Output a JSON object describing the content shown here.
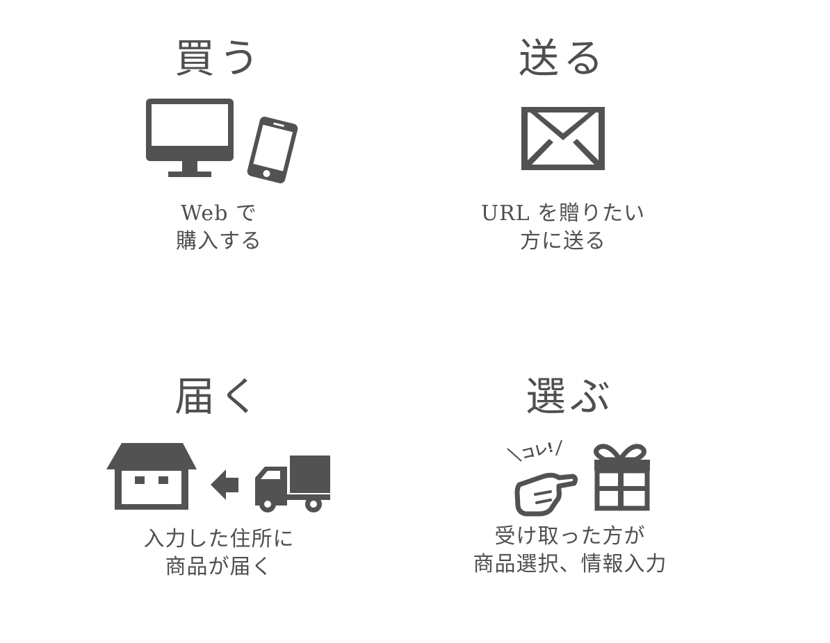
{
  "accent_color": "#4f4f4f",
  "steps": [
    {
      "title": "買う",
      "desc_lines": [
        "Web で",
        "購入する"
      ],
      "icons": [
        "desktop-monitor-icon",
        "smartphone-icon"
      ]
    },
    {
      "title": "送る",
      "desc_lines": [
        "URL を贈りたい",
        "方に送る"
      ],
      "icons": [
        "envelope-icon"
      ]
    },
    {
      "title": "届く",
      "desc_lines": [
        "入力した住所に",
        "商品が届く"
      ],
      "icons": [
        "house-icon",
        "arrow-left-icon",
        "delivery-truck-icon"
      ]
    },
    {
      "title": "選ぶ",
      "desc_lines": [
        "受け取った方が",
        "商品選択、情報入力"
      ],
      "callout": "コレ!",
      "icons": [
        "pointing-hand-icon",
        "gift-box-icon"
      ]
    }
  ]
}
